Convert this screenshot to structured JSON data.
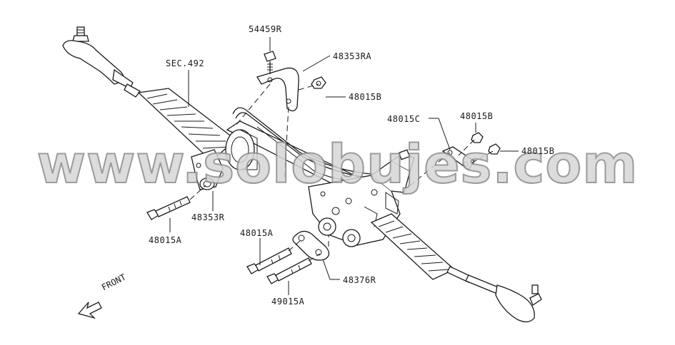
{
  "diagram": {
    "part_labels": {
      "sec492": "SEC.492",
      "p54459r": "54459R",
      "p48353ra": "48353RA",
      "p48015b_top": "48015B",
      "p48015c": "48015C",
      "p48015b_mid": "48015B",
      "p48015b_right": "48015B",
      "p48353r": "48353R",
      "p48015a_left": "48015A",
      "p48015a_center": "48015A",
      "p48376r": "48376R",
      "p49015a": "49015A"
    },
    "direction_label": "FRONT"
  },
  "watermark": {
    "text": "www.solobujes.com"
  }
}
